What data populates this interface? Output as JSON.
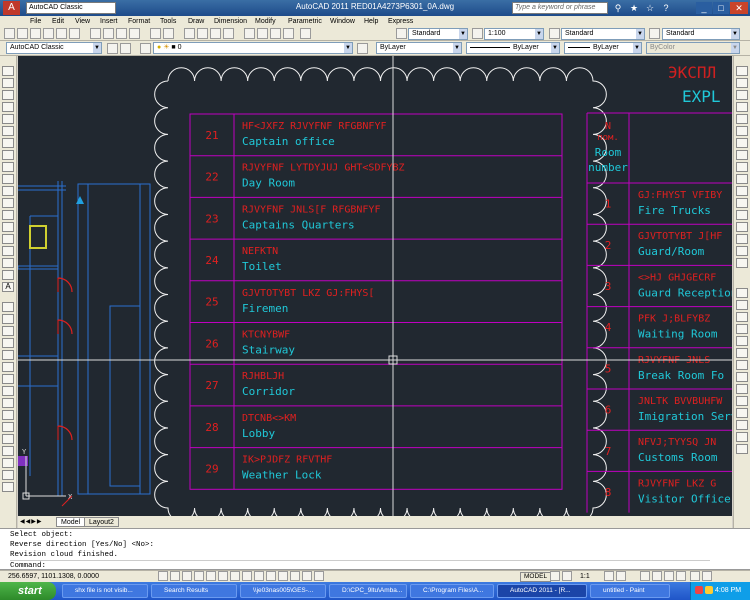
{
  "window": {
    "title": "AutoCAD 2011    RED01A4273P6301_0A.dwg",
    "workspace": "AutoCAD Classic",
    "search_placeholder": "Type a keyword or phrase"
  },
  "menu": [
    "File",
    "Edit",
    "View",
    "Insert",
    "Format",
    "Tools",
    "Draw",
    "Dimension",
    "Modify",
    "Parametric",
    "Window",
    "Help",
    "Express"
  ],
  "toolbar1": {
    "text_style": "Standard",
    "scale": "1:100",
    "dim_style": "Standard",
    "table_style": "Standard"
  },
  "toolbar2": {
    "workspace": "AutoCAD Classic",
    "layer": "0",
    "color": "ByLayer",
    "linetype": "ByLayer",
    "lineweight": "ByLayer",
    "plotstyle": "ByColor"
  },
  "drawing": {
    "title_line1": "ЭКСПЛ",
    "title_line2": "EXPL",
    "rows_left": [
      {
        "num": "21",
        "code": "HF<JXFZ RJVYFNF RFGBNFYF",
        "name": "Captain office"
      },
      {
        "num": "22",
        "code": "RJVYFNF LYTDYJUJ GHT<SDFYBZ",
        "name": "Day Room"
      },
      {
        "num": "23",
        "code": "RJVYFNF JNLS[F RFGBNFYF",
        "name": "Captains Quarters"
      },
      {
        "num": "24",
        "code": "NEFKTN",
        "name": "Toilet"
      },
      {
        "num": "25",
        "code": "GJVTOTYBT LKZ GJ:FHYS[",
        "name": "Firemen"
      },
      {
        "num": "26",
        "code": "KTCNYBWF",
        "name": "Stairway"
      },
      {
        "num": "27",
        "code": "RJHBLJH",
        "name": "Corridor"
      },
      {
        "num": "28",
        "code": "DTCNB<>KM",
        "name": "Lobby"
      },
      {
        "num": "29",
        "code": "IK>PJDFZ RFVTHF",
        "name": "Weather Lock"
      }
    ],
    "right_header_n": "N",
    "right_header_pom": "пом.",
    "right_header_room": "Room",
    "right_header_number": "number",
    "rows_right": [
      {
        "num": "1",
        "code": "GJ:FHYST VFIBY",
        "name": "Fire Trucks"
      },
      {
        "num": "2",
        "code": "GJVTOTYBT J[HF",
        "name": "Guard/Room"
      },
      {
        "num": "3",
        "code": "<>HJ GHJGECRF",
        "name": "Guard Reception"
      },
      {
        "num": "4",
        "code": "PFK J;BLFYBZ",
        "name": "Waiting Room"
      },
      {
        "num": "5",
        "code": "RJVYFNF JNLS",
        "name": "Break Room Fo"
      },
      {
        "num": "6",
        "code": "JNLTK BVVBUHFW",
        "name": "Imigration Servi"
      },
      {
        "num": "7",
        "code": "NFVJ;TYYSQ JN",
        "name": "Customs Room"
      },
      {
        "num": "8",
        "code": "RJVYFNF LKZ G",
        "name": "Visitor Office"
      }
    ]
  },
  "tabs": [
    "Model",
    "Layout2"
  ],
  "command": {
    "lines": [
      "Select object:",
      "Reverse direction [Yes/No] <No>:",
      "Revision cloud finished."
    ],
    "prompt": "Command:"
  },
  "status": {
    "coords": "256.6597, 1101.1308, 0.0000",
    "mode": "MODEL",
    "scale": "1:1"
  },
  "taskbar": {
    "start": "start",
    "items": [
      "shx file is not visib...",
      "Search Results",
      "\\\\je03nas005\\GES-...",
      "D:\\CPC_9ltu\\Amba...",
      "C:\\Program Files\\A...",
      "AutoCAD 2011 - [R...",
      "untitled - Paint"
    ],
    "clock": "4:08 PM"
  },
  "colors": {
    "canvas_bg": "#212830",
    "table_line": "#c000c0",
    "code_text": "#e02020",
    "name_text": "#20c8d8",
    "cloud": "#f0f0f0"
  }
}
